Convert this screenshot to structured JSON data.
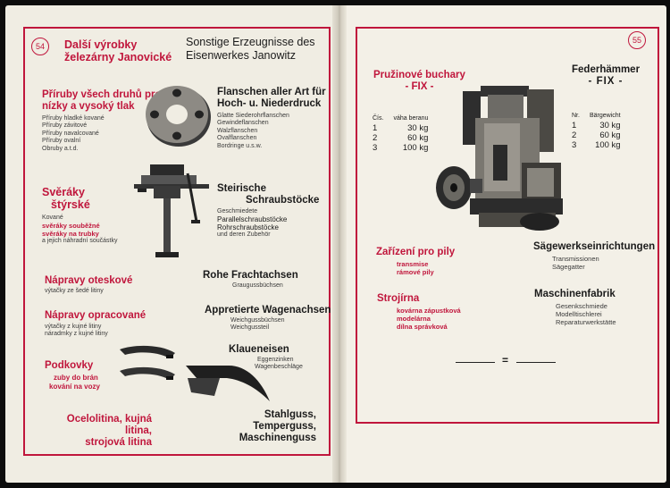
{
  "left": {
    "page_number": "54",
    "title_cz_1": "Další výrobky",
    "title_cz_2": "železárny Janovické",
    "title_de_1": "Sonstige Erzeugnisse des",
    "title_de_2": "Eisenwerkes Janowitz",
    "flanges_cz": [
      "Příruby všech druhů pro",
      "nízky a vysoký tlak"
    ],
    "flanges_cz_sub": [
      "Příruby hladké kované",
      "Příruby závitové",
      "Příruby navalcované",
      "Příruby ovalní",
      "Obruby a.t.d."
    ],
    "flanges_de": [
      "Flanschen aller Art für",
      "Hoch- u. Niederdruck"
    ],
    "flanges_de_sub": [
      "Glatte Siederohrflanschen",
      "Gewindeflanschen",
      "Walzflanschen",
      "Ovalflanschen",
      "Bordringe u.s.w."
    ],
    "vice_cz": [
      "Svěráky",
      "štýrské"
    ],
    "vice_cz_sub": [
      "Kované",
      "svěráky souběžné",
      "svěráky na trubky",
      "a jejich náhradní součástky"
    ],
    "vice_de": [
      "Steirische",
      "Schraubstöcke"
    ],
    "vice_de_sub": [
      "Geschmiedete",
      "Parallelschraubstöcke",
      "Rohrschraubstöcke",
      "und deren Zubehör"
    ],
    "axle_cz": "Nápravy oteskové",
    "axle_cz_sub": "výtačky ze šedé litiny",
    "axle_de": "Rohe Frachtachsen",
    "axle_de_sub": "Graugussbüchsen",
    "axle2_cz": "Nápravy opracované",
    "axle2_cz_sub": [
      "výtačky z kujné litiny",
      "náradmky z kujné litiny"
    ],
    "axle2_de": "Appretierte Wagenachsen",
    "axle2_de_sub": [
      "Weichgussbüchsen",
      "Weichgussteil"
    ],
    "horseshoe_cz": "Podkovky",
    "horseshoe_cz_sub": [
      "zuby do brán",
      "kování na vozy"
    ],
    "horseshoe_de": "Klaueneisen",
    "horseshoe_de_sub": [
      "Eggenzinken",
      "Wagenbeschläge"
    ],
    "steel_cz": [
      "Ocelolitina, kujná litina,",
      "strojová litina"
    ],
    "steel_de": [
      "Stahlguss, Temperguss,",
      "Maschinenguss"
    ]
  },
  "right": {
    "page_number": "55",
    "hammer_cz_1": "Pružinové buchary",
    "hammer_cz_2": "- FIX -",
    "hammer_de_1": "Federhämmer",
    "hammer_de_2": "- FIX -",
    "table_cz_headers": [
      "Čís.",
      "váha beranu"
    ],
    "table_de_headers": [
      "Nr.",
      "Bärgewicht"
    ],
    "rows": [
      {
        "nr": "1",
        "weight": "30 kg"
      },
      {
        "nr": "2",
        "weight": "60 kg"
      },
      {
        "nr": "3",
        "weight": "100 kg"
      }
    ],
    "saw_cz": "Zařízení pro pily",
    "saw_cz_sub": [
      "transmise",
      "rámové pily"
    ],
    "saw_de": "Sägewerkseinrichtungen",
    "saw_de_sub": [
      "Transmissionen",
      "Sägegatter"
    ],
    "machine_cz": "Strojírna",
    "machine_cz_sub": [
      "kovárna zápustková",
      "modelárna",
      "dílna správková"
    ],
    "machine_de": "Maschinenfabrik",
    "machine_de_sub": [
      "Gesenkschmiede",
      "Modelltischlerei",
      "Reparaturwerkstätte"
    ],
    "divider": "="
  }
}
